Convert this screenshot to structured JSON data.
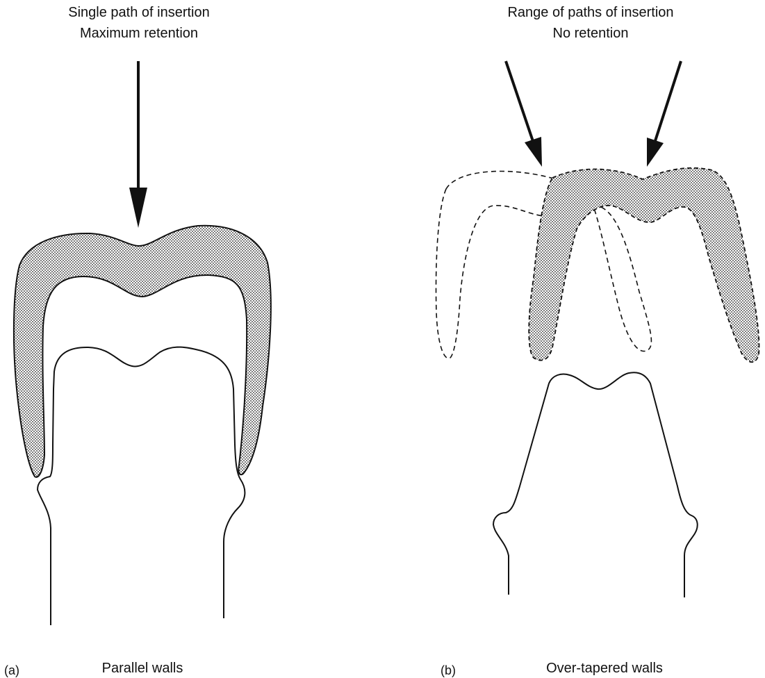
{
  "panel_a": {
    "letter": "(a)",
    "heading_line1": "Single path of insertion",
    "heading_line2": "Maximum retention",
    "caption": "Parallel walls"
  },
  "panel_b": {
    "letter": "(b)",
    "heading_line1": "Range of paths of insertion",
    "heading_line2": "No retention",
    "caption": "Over-tapered walls"
  },
  "colors": {
    "ink": "#111111",
    "paper": "#ffffff"
  }
}
